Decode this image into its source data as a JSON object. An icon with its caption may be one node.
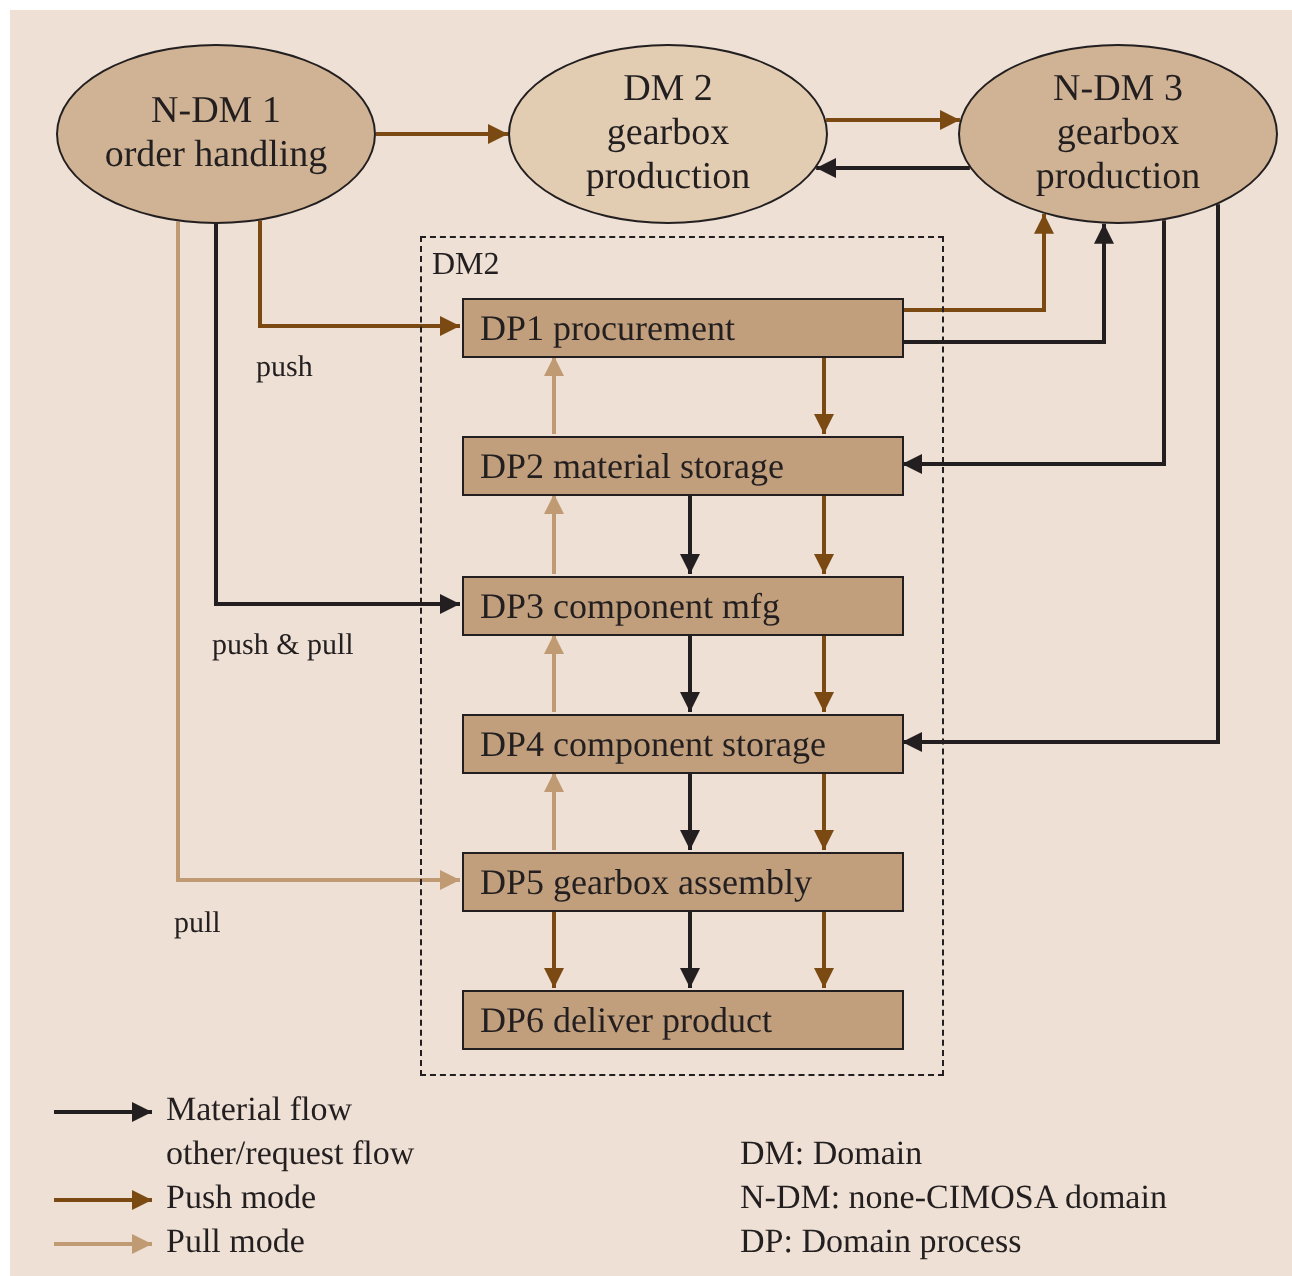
{
  "diagram": {
    "nodes": [
      {
        "text": [
          "N-DM 1",
          "order handling"
        ]
      },
      {
        "text": [
          "DM 2",
          "gearbox production"
        ]
      },
      {
        "text": [
          "N-DM 3",
          "gearbox production"
        ]
      },
      {
        "text": [
          "DM2"
        ]
      },
      {
        "text": [
          "DP1 procurement"
        ],
        "in": 3
      },
      {
        "text": [
          "DP2 material storage"
        ],
        "in": 3
      },
      {
        "text": [
          "DP3 component mfg"
        ],
        "in": 3
      },
      {
        "text": [
          "DP4 component storage"
        ],
        "in": 3
      },
      {
        "text": [
          "DP5 gearbox assembly"
        ],
        "in": 3
      },
      {
        "text": [
          "DP6 deliver product"
        ],
        "in": 3
      }
    ],
    "edges": [
      {
        "from": 0,
        "to": 1,
        "arrow": "to"
      },
      {
        "from": 1,
        "to": 2,
        "arrow": "to"
      },
      {
        "from": 2,
        "to": 1,
        "arrow": "to",
        "color": "#231f20"
      },
      {
        "from": 0,
        "to": 4,
        "arrow": "to",
        "label": "push"
      },
      {
        "from": 0,
        "to": 6,
        "arrow": "to",
        "label": "push & pull",
        "color": "#231f20"
      },
      {
        "from": 0,
        "to": 8,
        "arrow": "to",
        "label": "pull",
        "color": "#c09a72"
      },
      {
        "from": 4,
        "to": 2,
        "arrow": "to"
      },
      {
        "from": 4,
        "to": 2,
        "arrow": "to",
        "color": "#231f20"
      },
      {
        "from": 2,
        "to": 5,
        "arrow": "to",
        "color": "#231f20"
      },
      {
        "from": 2,
        "to": 7,
        "arrow": "to",
        "color": "#231f20"
      },
      {
        "from": 4,
        "to": 5,
        "arrow": "to"
      },
      {
        "from": 5,
        "to": 4,
        "arrow": "to",
        "color": "#c09a72"
      },
      {
        "from": 5,
        "to": 6,
        "arrow": "to",
        "color": "#231f20"
      },
      {
        "from": 5,
        "to": 6,
        "arrow": "to"
      },
      {
        "from": 6,
        "to": 5,
        "arrow": "to",
        "color": "#c09a72"
      },
      {
        "from": 6,
        "to": 7,
        "arrow": "to",
        "color": "#231f20"
      },
      {
        "from": 6,
        "to": 7,
        "arrow": "to"
      },
      {
        "from": 7,
        "to": 6,
        "arrow": "to",
        "color": "#c09a72"
      },
      {
        "from": 7,
        "to": 8,
        "arrow": "to",
        "color": "#231f20"
      },
      {
        "from": 7,
        "to": 8,
        "arrow": "to"
      },
      {
        "from": 8,
        "to": 7,
        "arrow": "to",
        "color": "#c09a72"
      },
      {
        "from": 8,
        "to": 9,
        "arrow": "to"
      },
      {
        "from": 8,
        "to": 9,
        "arrow": "to",
        "color": "#231f20"
      },
      {
        "from": 8,
        "to": 9,
        "arrow": "to"
      }
    ],
    "labels": [
      "DM: Domain",
      "N-DM: none-CIMOSA domain",
      "DP: Domain process"
    ],
    "legend": [
      {
        "text": "Material flow other/request flow"
      },
      {
        "text": "Push mode"
      },
      {
        "text": "Pull mode"
      }
    ]
  }
}
